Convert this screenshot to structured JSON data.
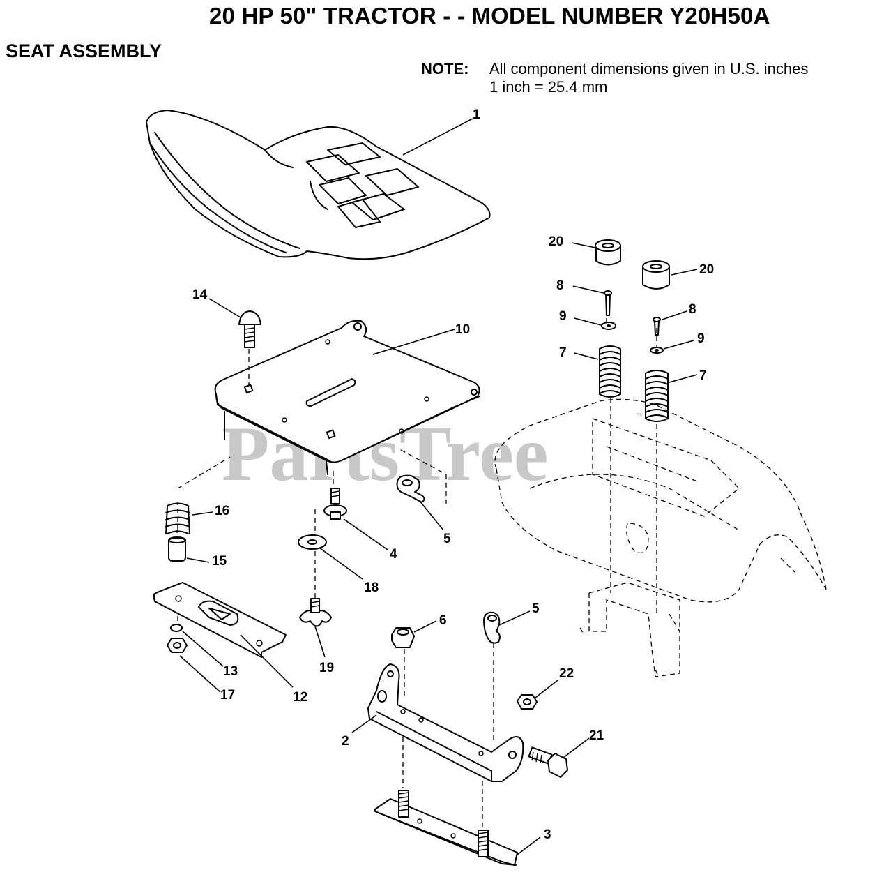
{
  "header": {
    "title": "20 HP 50\" TRACTOR - - MODEL NUMBER Y20H50A",
    "section": "SEAT ASSEMBLY",
    "note_label": "NOTE:",
    "note_line1": "All component dimensions given in U.S. inches",
    "note_line2": "1 inch = 25.4 mm"
  },
  "watermark": {
    "text": "PartsTree",
    "mark": "™"
  },
  "callouts": {
    "c1": "1",
    "c2": "2",
    "c3": "3",
    "c4": "4",
    "c5a": "5",
    "c5b": "5",
    "c6": "6",
    "c7a": "7",
    "c7b": "7",
    "c8a": "8",
    "c8b": "8",
    "c9a": "9",
    "c9b": "9",
    "c10": "10",
    "c12": "12",
    "c13": "13",
    "c14": "14",
    "c15": "15",
    "c16": "16",
    "c17": "17",
    "c18": "18",
    "c19": "19",
    "c20a": "20",
    "c20b": "20",
    "c21": "21",
    "c22": "22"
  }
}
